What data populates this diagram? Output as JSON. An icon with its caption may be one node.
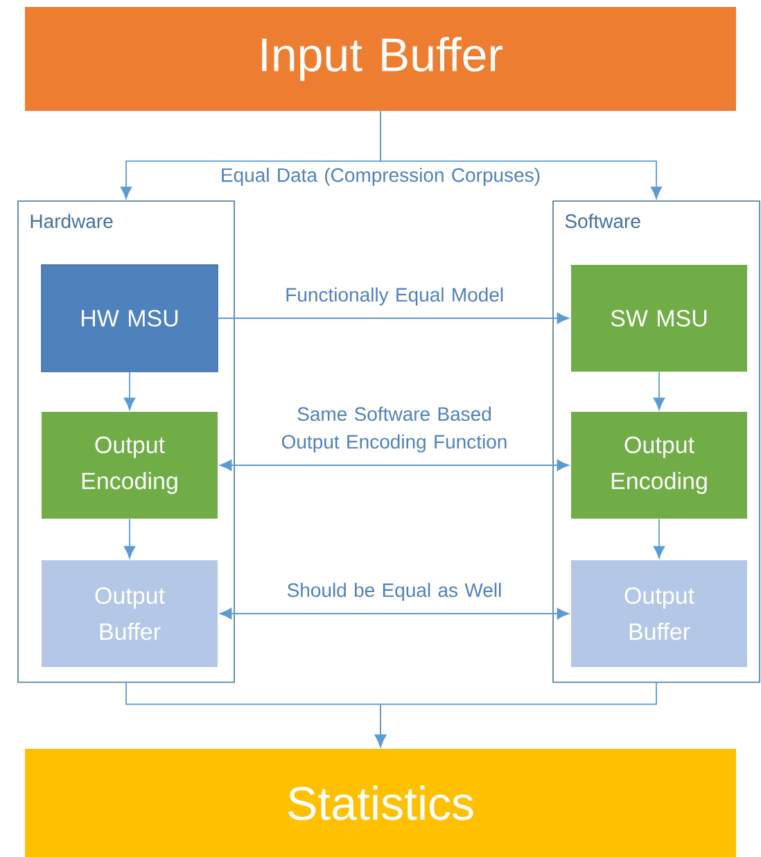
{
  "diagram": {
    "nodes": [
      {
        "text": [
          "Input Buffer"
        ]
      },
      {
        "text": [
          "Hardware"
        ]
      },
      {
        "text": [
          "HW MSU"
        ],
        "in": 1
      },
      {
        "text": [
          "Output Encoding"
        ],
        "in": 1
      },
      {
        "text": [
          "Output Buffer"
        ],
        "in": 1
      },
      {
        "text": [
          "Software"
        ]
      },
      {
        "text": [
          "SW MSU"
        ],
        "in": 5
      },
      {
        "text": [
          "Output Encoding"
        ],
        "in": 5
      },
      {
        "text": [
          "Output Buffer"
        ],
        "in": 5
      },
      {
        "text": [
          "Statistics"
        ]
      }
    ],
    "edges": [
      {
        "from": 0,
        "to": 1,
        "arrow": "to",
        "label": "Equal Data (Compression Corpuses)"
      },
      {
        "from": 0,
        "to": 5,
        "arrow": "to"
      },
      {
        "from": 2,
        "to": 6,
        "arrow": "to",
        "label": "Functionally Equal Model"
      },
      {
        "from": 2,
        "to": 3,
        "arrow": "to"
      },
      {
        "from": 3,
        "to": 4,
        "arrow": "to"
      },
      {
        "from": 6,
        "to": 7,
        "arrow": "to"
      },
      {
        "from": 7,
        "to": 8,
        "arrow": "to"
      },
      {
        "from": 3,
        "to": 7,
        "arrow": "both",
        "label": "Same Software Based Output Encoding Function"
      },
      {
        "from": 4,
        "to": 8,
        "arrow": "both",
        "label": "Should be Equal as Well"
      },
      {
        "from": 1,
        "to": 9,
        "arrow": "to"
      },
      {
        "from": 5,
        "to": 9,
        "arrow": "to"
      }
    ]
  }
}
